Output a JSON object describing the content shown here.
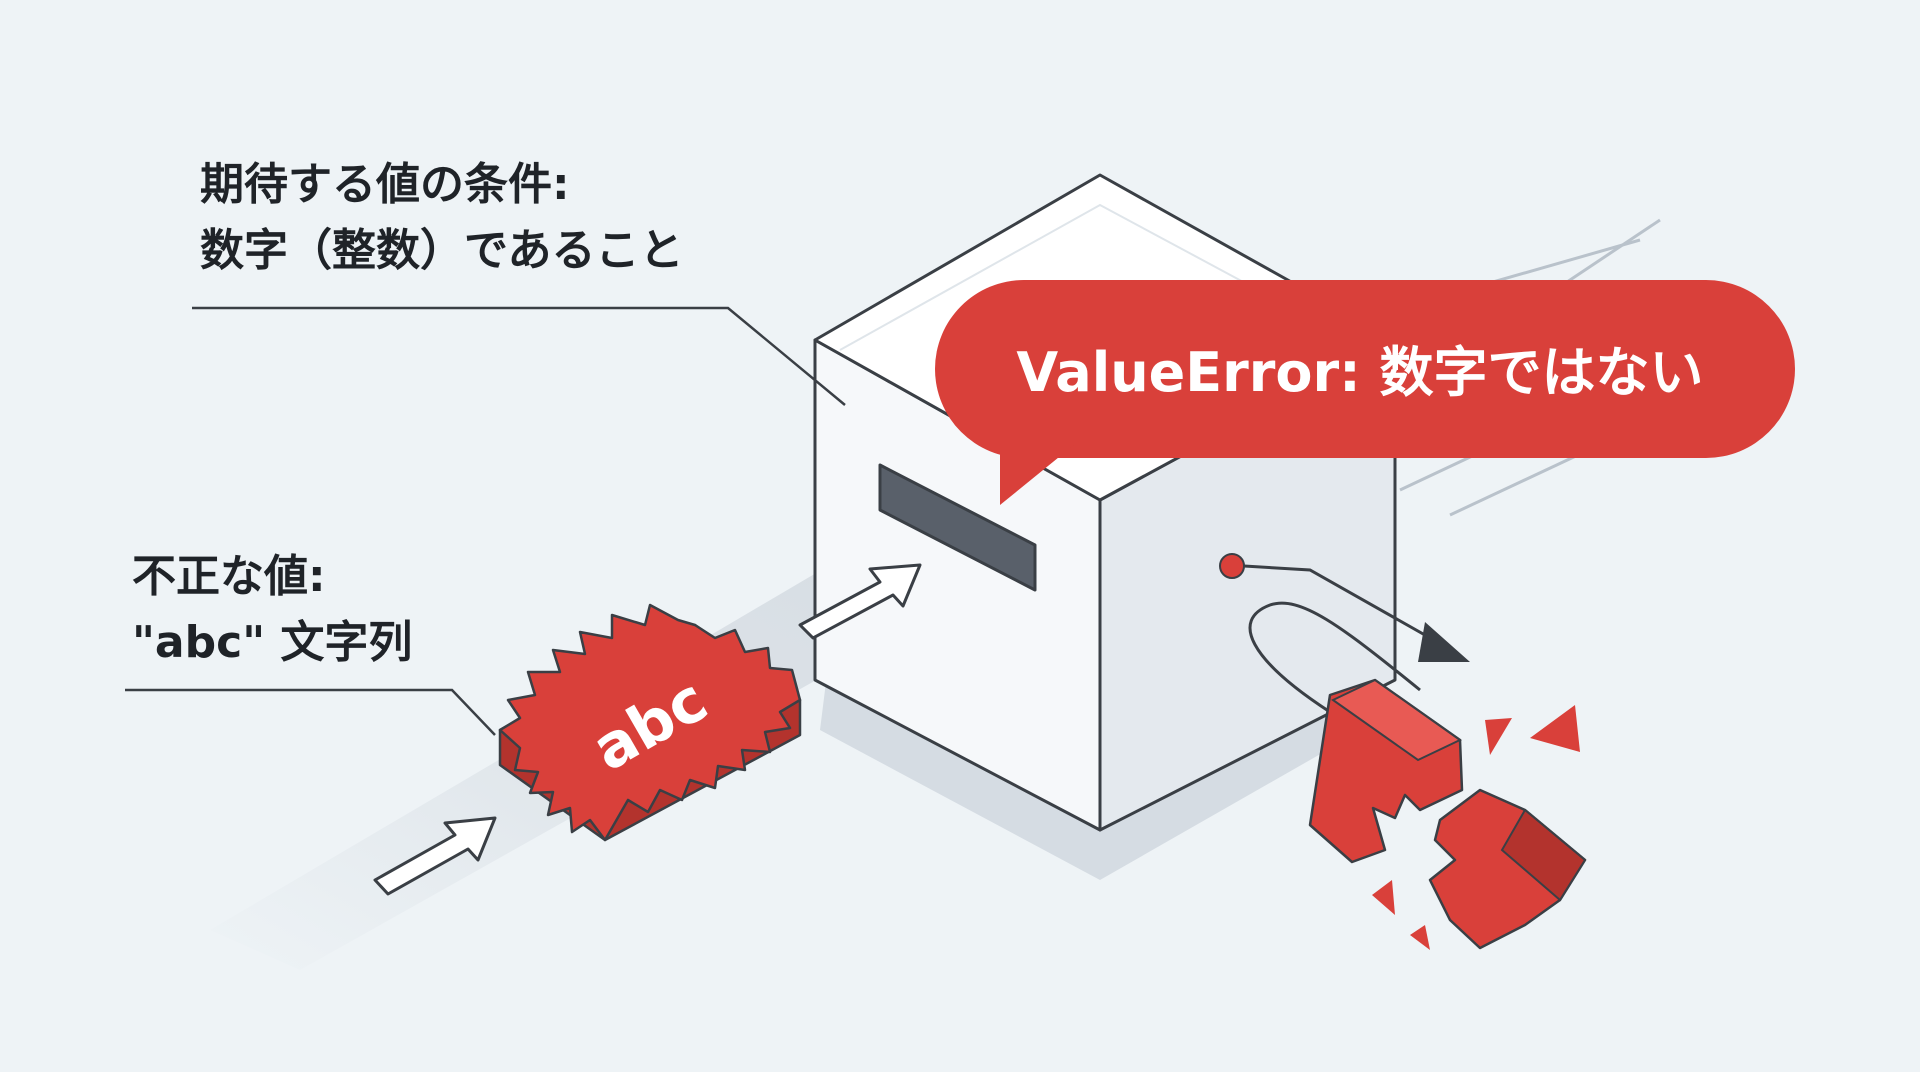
{
  "expected_condition": {
    "line1": "期待する値の条件:",
    "line2": "数字（整数）であること"
  },
  "invalid_value": {
    "line1": "不正な値:",
    "line2": "\"abc\" 文字列"
  },
  "input_token": {
    "text": "abc"
  },
  "error_bubble": {
    "text": "ValueError: 数字ではない"
  },
  "colors": {
    "background": "#eef3f6",
    "accent_red": "#d9403a",
    "outline": "#3a3f45",
    "box_face": "#f4f6f8",
    "text": "#1f2328"
  },
  "icons": [
    "arrow-right-icon",
    "broken-block-icon",
    "crack-shard-icon"
  ]
}
